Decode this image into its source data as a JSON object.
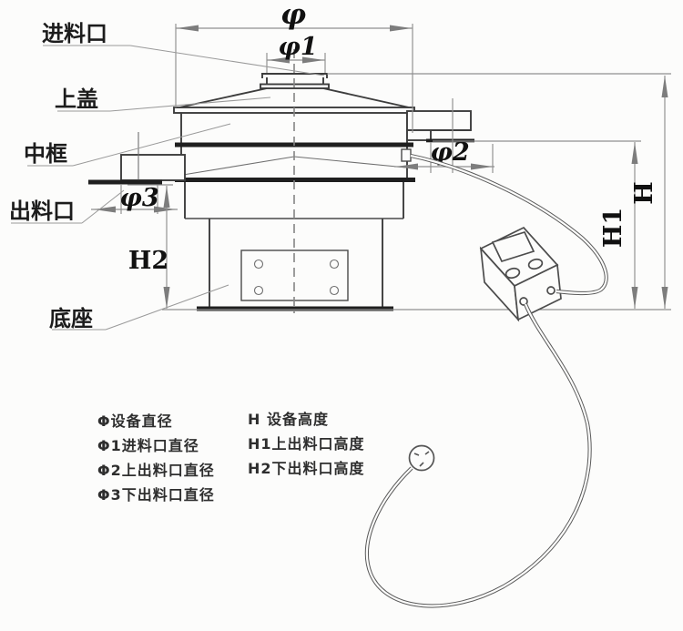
{
  "drawing": {
    "callouts": {
      "feed_inlet": "进料口",
      "top_cover": "上盖",
      "middle_frame": "中框",
      "discharge_outlet": "出料口",
      "base": "底座"
    },
    "dims": {
      "phi": "φ",
      "phi1": "φ1",
      "phi2": "φ2",
      "phi3": "φ3",
      "h": "H",
      "h1": "H1",
      "h2": "H2"
    }
  },
  "legend": {
    "left": [
      "Φ设备直径",
      "Φ1进料口直径",
      "Φ2上出料口直径",
      "Φ3下出料口直径"
    ],
    "right": [
      "H 设备高度",
      "H1上出料口高度",
      "H2下出料口高度"
    ]
  },
  "colors": {
    "background": "#fcfcfb",
    "outline": "#3d3d3d",
    "bold_band": "#1f1f1f",
    "dimension": "#8f8f8f",
    "text": "#1c1c1c"
  }
}
